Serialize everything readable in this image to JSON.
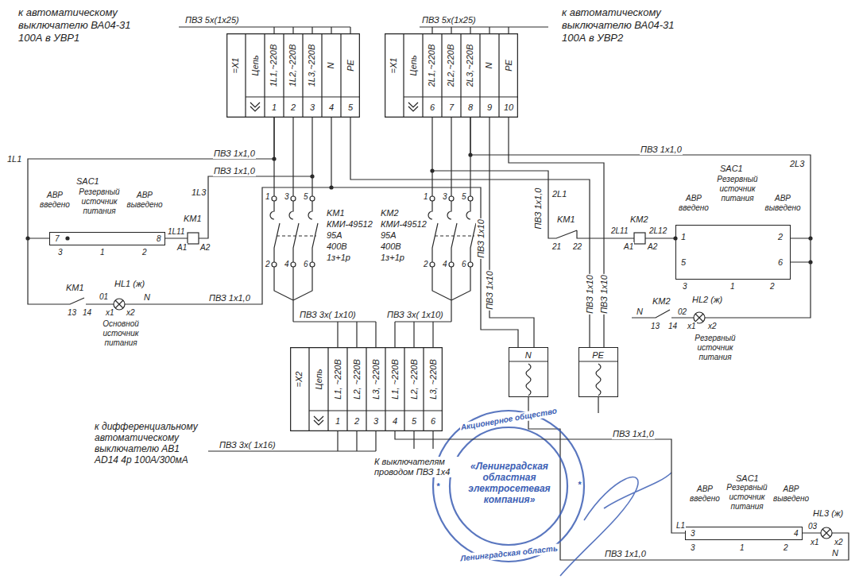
{
  "diagram": {
    "nodes": [
      {
        "text": [
          "=X1",
          "Цепь",
          "1L1,~220В",
          "1L2,~220В",
          "1L3,~220В",
          "N",
          "PE",
          "1",
          "2",
          "3",
          "4",
          "5"
        ]
      },
      {
        "text": [
          "=X1",
          "Цепь",
          "2L1,~220В",
          "2L2,~220В",
          "2L3,~220В",
          "N",
          "PE",
          "6",
          "7",
          "8",
          "9",
          "10"
        ]
      },
      {
        "text": [
          "7",
          "8"
        ]
      },
      {
        "text": [
          "1",
          "5",
          "2",
          "6"
        ]
      },
      {
        "text": [
          "=X2",
          "Цепь",
          "L1, ~220В",
          "L2, ~220В",
          "L3, ~220В",
          "L1, ~220В",
          "L2, ~220В",
          "L3, ~220В",
          "1",
          "2",
          "3",
          "4",
          "5",
          "6"
        ]
      },
      {
        "text": [
          "N"
        ]
      },
      {
        "text": [
          "PE"
        ]
      },
      {
        "text": [
          "3",
          "4"
        ]
      }
    ],
    "edges": [
      {
        "from": 0,
        "to": 2,
        "arrow": "none",
        "label": "ПВЗ 1х1,0"
      },
      {
        "from": 1,
        "to": 3,
        "arrow": "none",
        "label": "ПВЗ 1х1,0"
      },
      {
        "from": 0,
        "to": 5,
        "arrow": "none",
        "label": "ПВЗ 1х10"
      },
      {
        "from": 1,
        "to": 5,
        "arrow": "none",
        "label": "ПВЗ 1х10"
      },
      {
        "from": 0,
        "to": 6,
        "arrow": "none",
        "label": "ПВЗ 1х10"
      },
      {
        "from": 1,
        "to": 6,
        "arrow": "none",
        "label": "ПВЗ 1х10"
      },
      {
        "from": 4,
        "to": 7,
        "arrow": "none",
        "label": "ПВЗ 1х1,0"
      }
    ],
    "labels": [
      "к автоматическому выключателю ВА04-31 100А в УВР1",
      "ПВЗ 5х(1х25)",
      "ПВЗ 5х(1х25)",
      "к автоматическому выключателю ВА04-31 100А в УВР2",
      "1L1",
      "ПВЗ 1х1,0",
      "1L3",
      "SAC1",
      "АВР введено",
      "Резервный источник питания",
      "АВР выведено",
      "KM1",
      "1L11",
      "A1",
      "A2",
      "3",
      "1",
      "2",
      "KM1",
      "13",
      "14",
      "HL1 (ж)",
      "01",
      "x1",
      "x2",
      "N",
      "Основной источник питания",
      "ПВЗ 1х1,0",
      "1",
      "3",
      "5",
      "2",
      "4",
      "6",
      "KM1",
      "КМИ-49512",
      "95А",
      "400В",
      "1з+1р",
      "1",
      "3",
      "5",
      "2",
      "4",
      "6",
      "KM2",
      "КМИ-49512",
      "95А",
      "400В",
      "1з+1р",
      "ПВЗ 3х( 1х10)",
      "ПВЗ 3х( 1х10)",
      "SAC1",
      "2L3",
      "2L1",
      "ПВЗ 1х1,0",
      "KM1",
      "21",
      "22",
      "KM2",
      "2L11",
      "A1",
      "A2",
      "2L12",
      "АВР введено",
      "Резервный источник питания",
      "АВР выведено",
      "3",
      "1",
      "2",
      "N",
      "KM2",
      "13",
      "14",
      "HL2 (ж)",
      "02",
      "x1",
      "x2",
      "Резервный источник питания",
      "к дифференциальному автоматическому выключателю АВ1 AD14 4р 100А/300мА",
      "ПВЗ 3х( 1х16)",
      "К выключателям проводом ПВЗ 1х4",
      "SAC1",
      "АВР введено",
      "Резервный источник питания",
      "АВР выведено",
      "L1",
      "3",
      "1",
      "2",
      "HL3 (ж)",
      "03",
      "x1",
      "x2",
      "N",
      "ПВЗ 1х1,0",
      "Акционерное общество",
      "«Ленинградская областная электросетевая компания»",
      "Ленинградская область",
      "*",
      "*"
    ]
  }
}
